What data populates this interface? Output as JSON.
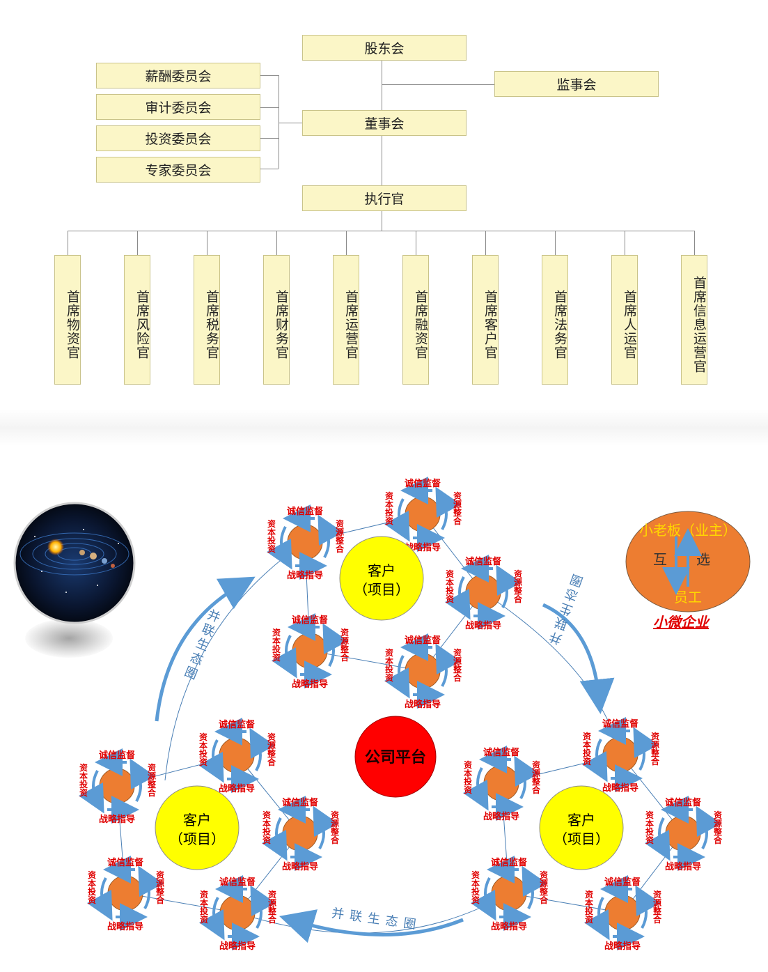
{
  "org": {
    "shareholders": "股东会",
    "supervisors": "监事会",
    "board": "董事会",
    "executive": "执行官",
    "committees": [
      "薪酬委员会",
      "审计委员会",
      "投资委员会",
      "专家委员会"
    ],
    "chiefs": [
      "首席物资官",
      "首席风险官",
      "首席税务官",
      "首席财务官",
      "首席运营官",
      "首席融资官",
      "首席客户官",
      "首席法务官",
      "首席人运官",
      "首席信息运营官"
    ]
  },
  "ecosystem": {
    "platform": "公司平台",
    "customer_line1": "客户",
    "customer_line2": "（项目）",
    "ring_label": "并联生态圈",
    "node_labels": {
      "top": "诚信监督",
      "left": "资本投资",
      "right": "资源整合",
      "bottom": "战略指导"
    },
    "side_circle": {
      "top": "小老板（业主）",
      "left": "互",
      "right": "选",
      "bottom": "员工"
    },
    "side_caption": "小微企业",
    "colors": {
      "platform": "#ff0000",
      "customer": "#ffff00",
      "node": "#ed7d31",
      "label": "#e00000",
      "arrow": "#5b9bd5",
      "ring_line": "#4a7fb5",
      "side_circle": "#ed7d31",
      "side_text_top": "#ffd700",
      "caption": "#e00000"
    }
  }
}
